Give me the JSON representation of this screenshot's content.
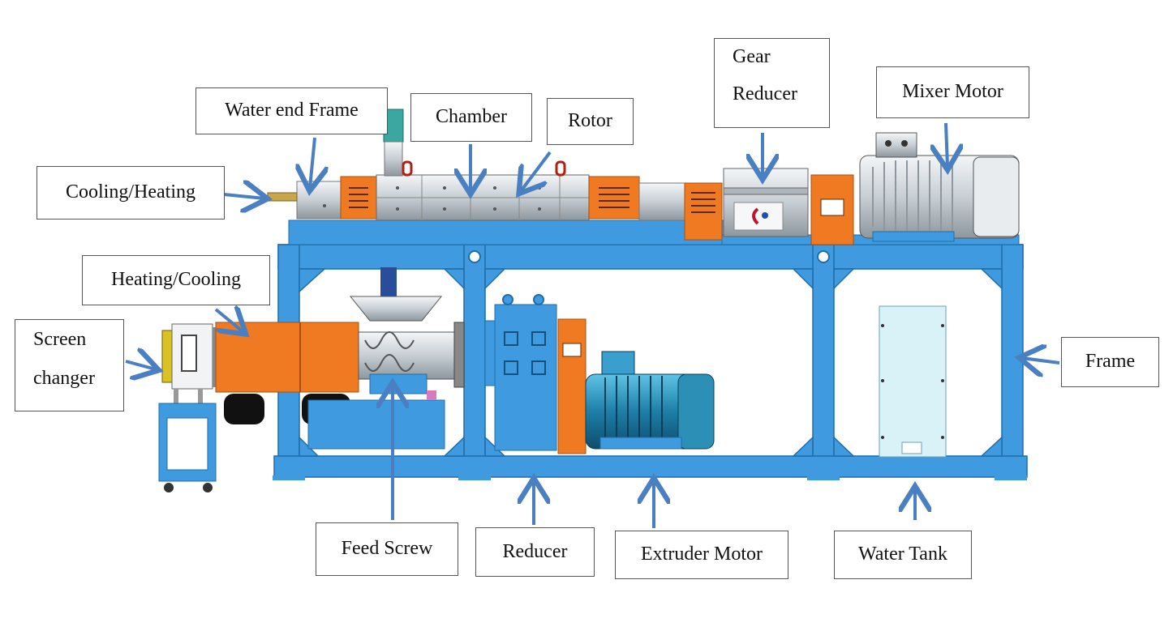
{
  "labels": {
    "water_end_frame": "Water end Frame",
    "chamber": "Chamber",
    "rotor": "Rotor",
    "gear_reducer_line1": "Gear",
    "gear_reducer_line2": "Reducer",
    "mixer_motor": "Mixer Motor",
    "cooling_heating": "Cooling/Heating",
    "heating_cooling": "Heating/Cooling",
    "screen_changer_line1": "Screen",
    "screen_changer_line2": "changer",
    "frame": "Frame",
    "feed_screw": "Feed Screw",
    "reducer": "Reducer",
    "extruder_motor": "Extruder Motor",
    "water_tank": "Water Tank"
  },
  "colors": {
    "frame_blue": "#3f9ae0",
    "heater_orange": "#f07a22",
    "arrow_blue": "#4a7fc1",
    "motor_teal": "#2c8fb5",
    "tank_cyan": "#d8f2f7",
    "steel_gray": "#c9d0d6"
  }
}
